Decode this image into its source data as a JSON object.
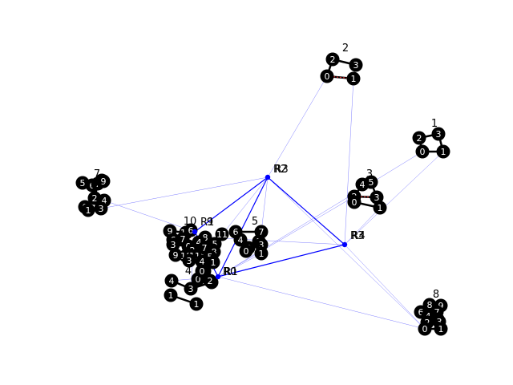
{
  "graph": {
    "clusters": [
      {
        "id": "cluster-1",
        "label": "1",
        "nodes": [
          "2",
          "3",
          "0",
          "1"
        ]
      },
      {
        "id": "cluster-2",
        "label": "2",
        "nodes": [
          "2",
          "3",
          "0",
          "1"
        ]
      },
      {
        "id": "cluster-3",
        "label": "3",
        "nodes": [
          "4",
          "5",
          "2",
          "3",
          "0",
          "1"
        ]
      },
      {
        "id": "cluster-4",
        "label": "4",
        "nodes": [
          "4",
          "0",
          "3",
          "2",
          "1",
          "2",
          "1"
        ]
      },
      {
        "id": "cluster-5",
        "label": "5",
        "nodes": [
          "6",
          "7",
          "4",
          "5",
          "2",
          "3",
          "0",
          "1"
        ]
      },
      {
        "id": "cluster-7",
        "label": "7",
        "nodes": [
          "5",
          "6",
          "7",
          "8",
          "9",
          "2",
          "4",
          "0",
          "1",
          "3"
        ]
      },
      {
        "id": "cluster-8",
        "label": "8",
        "nodes": [
          "8",
          "9",
          "6",
          "7",
          "4",
          "5",
          "2",
          "3",
          "0",
          "1"
        ]
      },
      {
        "id": "cluster-9",
        "label": "9",
        "nodes": [
          "9",
          "10",
          "11",
          "6",
          "7",
          "8",
          "3",
          "4",
          "5",
          "0",
          "1",
          "2"
        ]
      },
      {
        "id": "cluster-10",
        "label": "10",
        "nodes": [
          "9",
          "10",
          "11",
          "6",
          "7",
          "8",
          "3",
          "4",
          "5",
          "0",
          "1",
          "2"
        ]
      }
    ],
    "hubs": [
      {
        "id": "hub-a",
        "labels": [
          "R2",
          "R3"
        ]
      },
      {
        "id": "hub-b",
        "labels": [
          "R3",
          "R4"
        ]
      },
      {
        "id": "hub-c",
        "labels": [
          "R1"
        ]
      },
      {
        "id": "hub-d",
        "labels": [
          "R0",
          "R1"
        ]
      }
    ],
    "colors": {
      "node_fill": "#000000",
      "node_text": "#ffffff",
      "intra_edge": "#000000",
      "red_edge": "#d62728",
      "hub_edge": "#0000ff",
      "thin_edge": "#8080ff"
    }
  }
}
